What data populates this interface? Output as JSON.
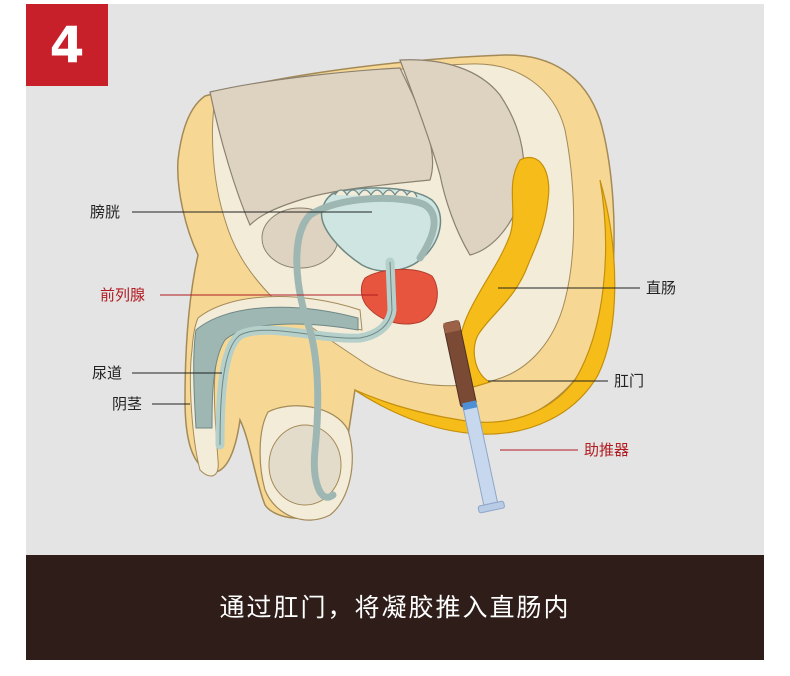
{
  "step_number": "4",
  "labels": {
    "bladder": "膀胱",
    "prostate": "前列腺",
    "urethra": "尿道",
    "penis": "阴茎",
    "rectum": "直肠",
    "anus": "肛门",
    "applicator": "助推器"
  },
  "caption": "通过肛门，将凝胶推入直肠内",
  "colors": {
    "badge": "#c8202a",
    "caption_bar": "#2e1d18",
    "highlight_label": "#b01c22",
    "prostate": "#e8553f",
    "rectum": "#f6bd1a",
    "skin": "#f6d894",
    "urethra": "#b5cfcb"
  }
}
